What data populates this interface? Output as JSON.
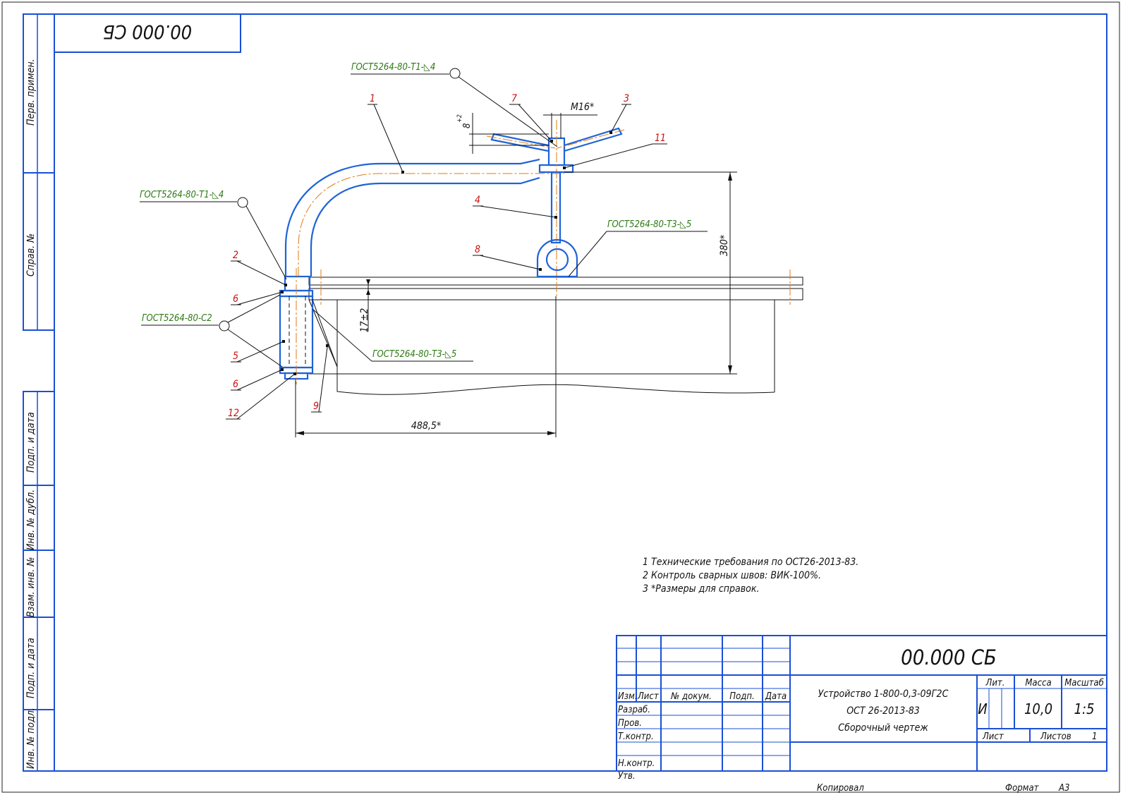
{
  "side_labels": {
    "perv_primen": "Перв. примен.",
    "sprav_no": "Справ. №",
    "podp_data_1": "Подп. и дата",
    "inv_dubl": "Инв. № дубл.",
    "vzam_inv": "Взам. инв. №",
    "podp_data_2": "Подп. и дата",
    "inv_podl": "Инв. № подл."
  },
  "top_stamp": "00.000 СБ",
  "weld_notes": [
    "ГОСТ5264-80-Т1-◺4",
    "ГОСТ5264-80-Т1-◺4",
    "ГОСТ5264-80-Т3-◺5",
    "ГОСТ5264-80-С2",
    "ГОСТ5264-80-Т3-◺5"
  ],
  "positions": [
    "1",
    "7",
    "3",
    "11",
    "4",
    "8",
    "2",
    "6",
    "5",
    "6",
    "12",
    "9"
  ],
  "dimensions": {
    "thread": "M16*",
    "height_tol": "8",
    "height_tol_sup": "+2",
    "height_total": "380*",
    "gap": "17±2",
    "length": "488,5*"
  },
  "notes": [
    "1  Технические требования по ОСТ26-2013-83.",
    "2  Контроль сварных швов: ВИК-100%.",
    "3  *Размеры для справок."
  ],
  "title_block": {
    "designation": "00.000 СБ",
    "name_line1": "Устройство 1-800-0,3-09Г2С",
    "name_line2": "ОСТ 26-2013-83",
    "name_line3": "Сборочный чертеж",
    "col_izm": "Изм.",
    "col_list": "Лист",
    "col_dokum": "№ докум.",
    "col_podp": "Подп.",
    "col_data": "Дата",
    "row_razrab": "Разраб.",
    "row_prov": "Пров.",
    "row_tkontr": "Т.контр.",
    "row_nkontr": "Н.контр.",
    "row_utv": "Утв.",
    "lit_label": "Лит.",
    "mass_label": "Масса",
    "scale_label": "Масштаб",
    "lit_value": "И",
    "mass_value": "10,0",
    "scale_value": "1:5",
    "sheet_label": "Лист",
    "sheets_label": "Листов",
    "sheets_value": "1",
    "copied": "Копировал",
    "format_label": "Формат",
    "format_value": "А3"
  },
  "colors": {
    "frame": "#1a4fd6",
    "part": "#1e63d8",
    "axis": "#e07b16",
    "weld_note": "#2d7a14",
    "position_number": "#cc1111"
  }
}
